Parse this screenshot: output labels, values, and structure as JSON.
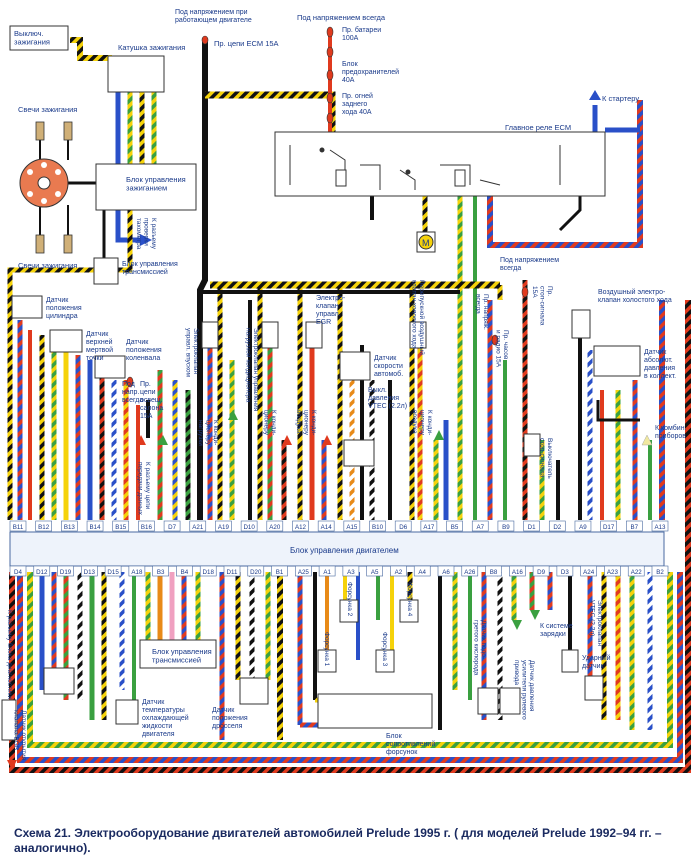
{
  "labels": {
    "ignition_switch": [
      "Выключ.",
      "зажигания"
    ],
    "ignition_coil": "Катушка зажигания",
    "spark_plugs_top": "Свечи зажигания",
    "spark_plugs_bottom": "Свечи зажигания",
    "ignition_control": [
      "Блок управления",
      "зажиганием"
    ],
    "tacho": [
      "К разъему",
      "проверки",
      "тахометра"
    ],
    "trans_control_top": [
      "Блок управления",
      "трансмиссией"
    ],
    "power_running": [
      "Под напряжением при",
      "работающем двигателе"
    ],
    "fuse_ecm": "Пр. цепи ECM 15A",
    "power_always": "Под напряжением всегда",
    "fuse_battery": [
      "Пр. батареи",
      "100A"
    ],
    "fuse_block": [
      "Блок",
      "предохранителей",
      "40A"
    ],
    "fuse_reverse": [
      "Пр. огней",
      "заднего",
      "хода 40A"
    ],
    "to_starter": "К стартеру",
    "main_relay": "Главное реле ECM",
    "cyl_pos": [
      "Датчик",
      "положения",
      "цилиндра"
    ],
    "tdc": [
      "Датчик",
      "верхней",
      "мертвой",
      "точки"
    ],
    "crank": [
      "Датчик",
      "положения",
      "коленвала"
    ],
    "power_light": [
      "Под",
      "напр.",
      "всегда"
    ],
    "fuse_light": [
      "Пр.",
      "цепи",
      "освещ.",
      "салона",
      "15A"
    ],
    "data_conn": [
      "К разъему цепи",
      "передачи данных"
    ],
    "v_intake": [
      "Электроклапан",
      "управл. впуском"
    ],
    "v_load": [
      "Электроклапан управления",
      "нагрузкой кондиционера"
    ],
    "v_egr": [
      "Электро-",
      "клапан",
      "управл.",
      "EGR"
    ],
    "speed": [
      "Датчик",
      "скорости",
      "автомоб."
    ],
    "vtec_sw": [
      "Выкл.",
      "давления",
      "VTEC (2.2л)"
    ],
    "idle_bypass": [
      "Перепускной воздушный",
      "клапан холостого хода"
    ],
    "to_ac_load": [
      "К конди-",
      "ционеру",
      "нагрузки"
    ],
    "to_ac": [
      "К конди-",
      "ционеру"
    ],
    "to_ac_air": [
      "К конди-",
      "ционеру",
      "воздуха"
    ],
    "to_ac_air2": [
      "К конди-",
      "ционеру",
      "воздуха"
    ],
    "power_always2": [
      "Под напряжением",
      "всегда"
    ],
    "fuse_clock": [
      "Пр. напряж.",
      "всегда"
    ],
    "fuse_radio": [
      "Пр. часов",
      "и радио 15A"
    ],
    "fuse_stop": [
      "Пр.",
      "стоп-сигнала",
      "15A"
    ],
    "stop_switch": [
      "Выключатель",
      "стоп-сигнала"
    ],
    "idle_air": [
      "Воздушный электро-",
      "клапан холостого хода"
    ],
    "map": [
      "Датчик",
      "абсолют.",
      "давления",
      "в коллект."
    ],
    "to_cluster": [
      "К комбин.",
      "приборов"
    ],
    "ecu": "Блок управления двигателем",
    "trans_control_bottom": [
      "Блок управления",
      "трансмиссией"
    ],
    "diag": [
      "К разъему блока диагностики"
    ],
    "egr_lift": [
      "Датчик открытия",
      "клапана EGR"
    ],
    "coolant": [
      "Датчик",
      "температуры",
      "охлаждающей",
      "жидкости",
      "двигателя"
    ],
    "tps": [
      "Датчик",
      "положения",
      "дросселя"
    ],
    "inj1": "Форсунка 1",
    "inj2": "Форсунка 2",
    "inj3": "Форсунка 3",
    "inj4": "Форсунка 4",
    "resistor": [
      "Блок",
      "сопротивлений",
      "форсунок"
    ],
    "o2": [
      "Датчик подо-",
      "гретого кислорода"
    ],
    "charging": [
      "К системе",
      "зарядки"
    ],
    "ps_press": [
      "Датчик давления",
      "усилителя рулевого",
      "привода"
    ],
    "vtec_valve": [
      "Электроклапан",
      "VTEC (2.2л)"
    ],
    "knock": [
      "Ударный",
      "датчик"
    ]
  },
  "pins_top": [
    "B11",
    "B12",
    "B13",
    "B14",
    "B15",
    "B16",
    "D7",
    "A21",
    "A19",
    "D10",
    "A20",
    "A12",
    "A14",
    "A15",
    "B10",
    "D6",
    "A17",
    "B5",
    "A7",
    "B9",
    "D1",
    "D2",
    "A9",
    "D17",
    "B7",
    "A13"
  ],
  "pins_bottom": [
    "D4",
    "D12",
    "D19",
    "D13",
    "D15",
    "A18",
    "B3",
    "B4",
    "D18",
    "D11",
    "D20",
    "B1",
    "A25",
    "A1",
    "A3",
    "A5",
    "A2",
    "A4",
    "A6",
    "A26",
    "B8",
    "A16",
    "D9",
    "D3",
    "A24",
    "A23",
    "A22",
    "B2"
  ],
  "caption": [
    "Схема 21. Электрооборудование двигателей автомобилей Prelude 1995 г. ( для моделей Prelude 1992–94 гг. –",
    "аналогично)."
  ]
}
